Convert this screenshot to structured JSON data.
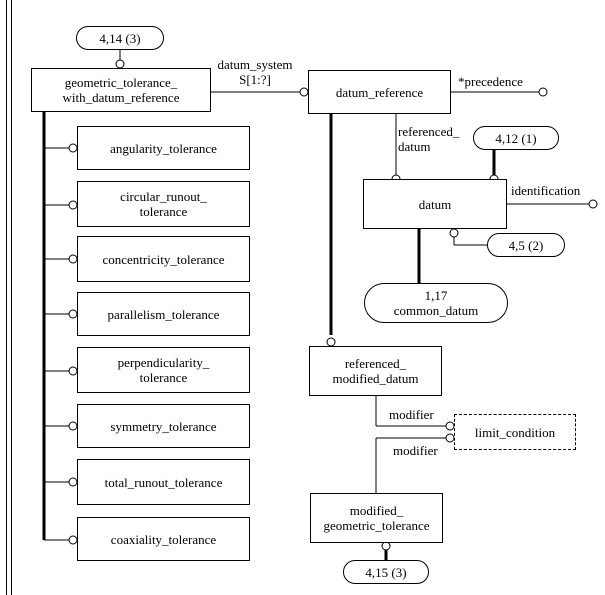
{
  "refs": {
    "top": "4,14 (3)",
    "datum_ref": "4,12 (1)",
    "datum_id": "4,5 (2)",
    "bottom": "4,15 (3)"
  },
  "entities": {
    "gtwdr": "geometric_tolerance_\nwith_datum_reference",
    "datum_reference": "datum_reference",
    "datum": "datum",
    "common_datum": "1,17\ncommon_datum",
    "referenced_modified_datum": "referenced_\nmodified_datum",
    "limit_condition": "limit_condition",
    "modified_geometric_tolerance": "modified_\ngeometric_tolerance"
  },
  "subtypes": [
    "angularity_tolerance",
    "circular_runout_\ntolerance",
    "concentricity_tolerance",
    "parallelism_tolerance",
    "perpendicularity_\ntolerance",
    "symmetry_tolerance",
    "total_runout_tolerance",
    "coaxiality_tolerance"
  ],
  "attributes": {
    "datum_system": "datum_system\nS[1:?]",
    "precedence": "*precedence",
    "referenced_datum": "referenced_\ndatum",
    "identification": "identification",
    "modifier_1": "modifier",
    "modifier_2": "modifier"
  }
}
